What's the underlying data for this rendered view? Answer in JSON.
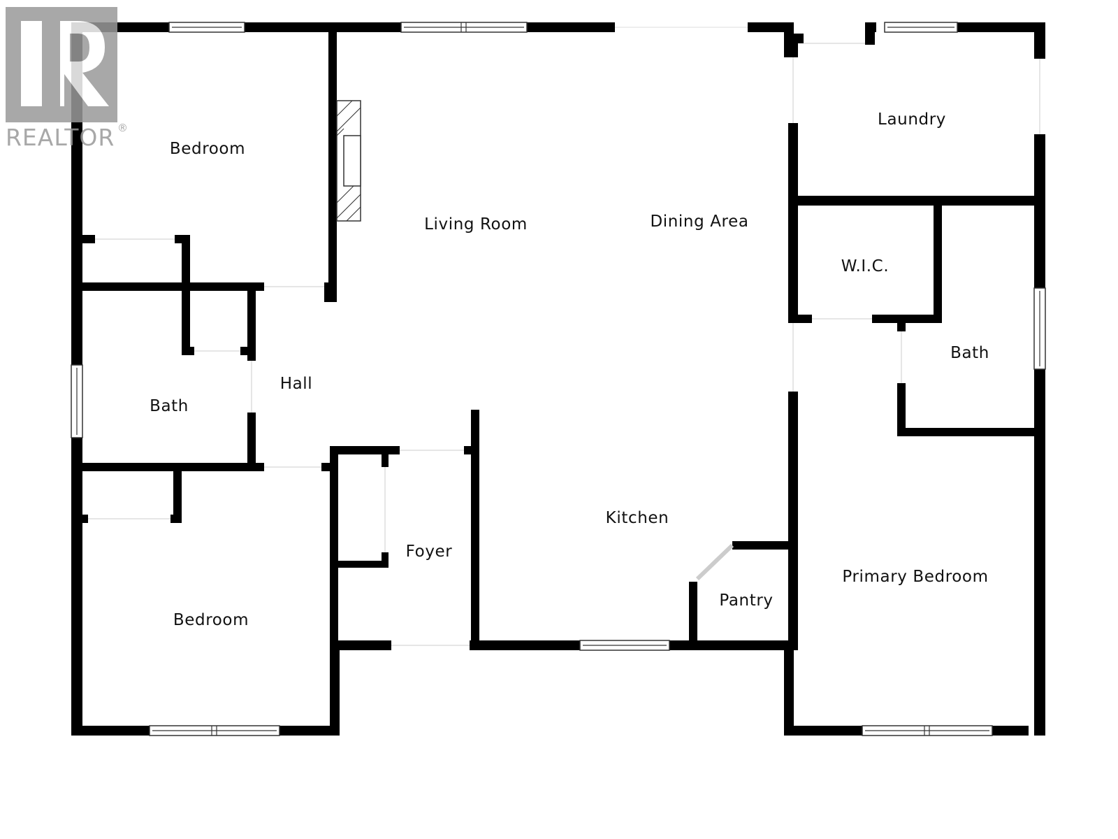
{
  "logo": {
    "text": "REALTOR",
    "mark": "®"
  },
  "rooms": {
    "bedroom_top": "Bedroom",
    "living_room": "Living Room",
    "dining_area": "Dining Area",
    "laundry": "Laundry",
    "wic": "W.I.C.",
    "bath_right": "Bath",
    "hall": "Hall",
    "bath_left": "Bath",
    "kitchen": "Kitchen",
    "foyer": "Foyer",
    "pantry": "Pantry",
    "primary_bedroom": "Primary Bedroom",
    "bedroom_bottom": "Bedroom"
  },
  "colors": {
    "wall": "#000000",
    "logo": "#9a9a9a"
  }
}
